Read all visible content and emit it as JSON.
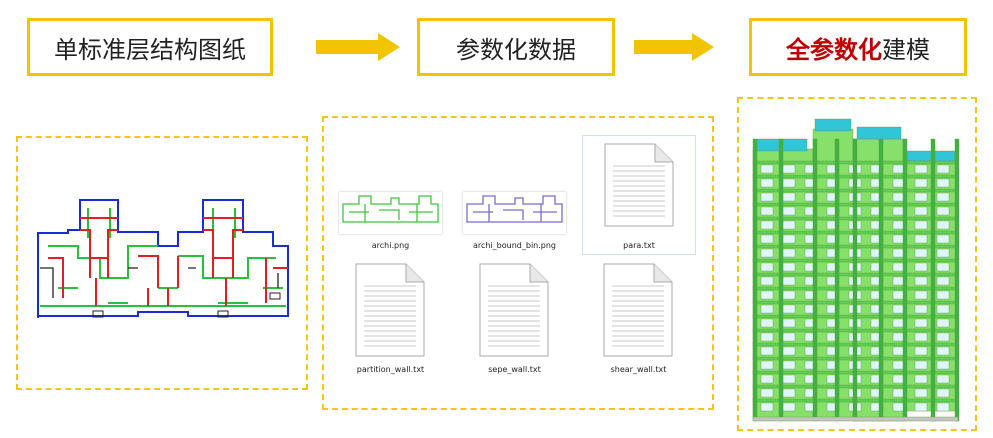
{
  "stages": {
    "s1": {
      "text": "单标准层结构图纸"
    },
    "s2": {
      "text": "参数化数据"
    },
    "s3": {
      "highlight": "全参数化",
      "rest": "建模"
    }
  },
  "colors": {
    "box_border": "#f2c400",
    "arrow": "#f2c400",
    "highlight": "#c00000",
    "dashed": "#f5c518"
  },
  "files": [
    {
      "name": "archi.png",
      "type": "image"
    },
    {
      "name": "archi_bound_bin.png",
      "type": "image"
    },
    {
      "name": "para.txt",
      "type": "text"
    },
    {
      "name": "partition_wall.txt",
      "type": "text"
    },
    {
      "name": "sepe_wall.txt",
      "type": "text"
    },
    {
      "name": "shear_wall.txt",
      "type": "text"
    }
  ]
}
